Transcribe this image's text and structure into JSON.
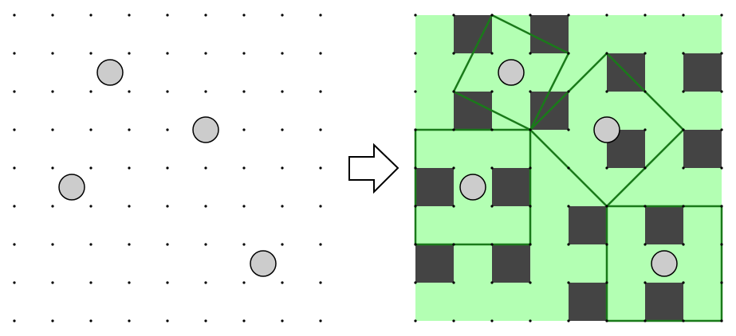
{
  "puzzle": {
    "grid_cols": 9,
    "grid_rows": 9,
    "clues": [
      [
        2.5,
        1.5
      ],
      [
        5,
        3
      ],
      [
        1.5,
        4.5
      ],
      [
        6.5,
        6.5
      ]
    ]
  },
  "solution": {
    "grid_cols": 8,
    "grid_rows": 8,
    "clues": [
      [
        2.5,
        1.5
      ],
      [
        5,
        3
      ],
      [
        1.5,
        4.5
      ],
      [
        6.5,
        6.5
      ]
    ],
    "dark_cells": [
      [
        1,
        0
      ],
      [
        3,
        0
      ],
      [
        5,
        1
      ],
      [
        7,
        1
      ],
      [
        1,
        2
      ],
      [
        3,
        2
      ],
      [
        5,
        3
      ],
      [
        7,
        3
      ],
      [
        0,
        4
      ],
      [
        2,
        4
      ],
      [
        4,
        5
      ],
      [
        6,
        5
      ],
      [
        0,
        6
      ],
      [
        2,
        6
      ],
      [
        4,
        7
      ],
      [
        6,
        7
      ]
    ],
    "regions": [
      [
        [
          2,
          0
        ],
        [
          4,
          1
        ],
        [
          3,
          3
        ],
        [
          1,
          2
        ]
      ],
      [
        [
          3,
          3
        ],
        [
          5,
          1
        ],
        [
          7,
          3
        ],
        [
          5,
          5
        ]
      ],
      [
        [
          0,
          3
        ],
        [
          3,
          3
        ],
        [
          3,
          6
        ],
        [
          0,
          6
        ]
      ],
      [
        [
          5,
          5
        ],
        [
          8,
          5
        ],
        [
          8,
          8
        ],
        [
          5,
          8
        ]
      ]
    ]
  },
  "colors": {
    "background": "#ffffff",
    "dot": "#000000",
    "clue_fill": "#cccccc",
    "clue_stroke": "#000000",
    "solution_fill": "#b3ffb3",
    "dark_cell": "#444444",
    "region_stroke": "#1a7a1a",
    "arrow_fill": "#ffffff",
    "arrow_stroke": "#000000"
  },
  "icons": {
    "arrow": "right-arrow-icon"
  }
}
